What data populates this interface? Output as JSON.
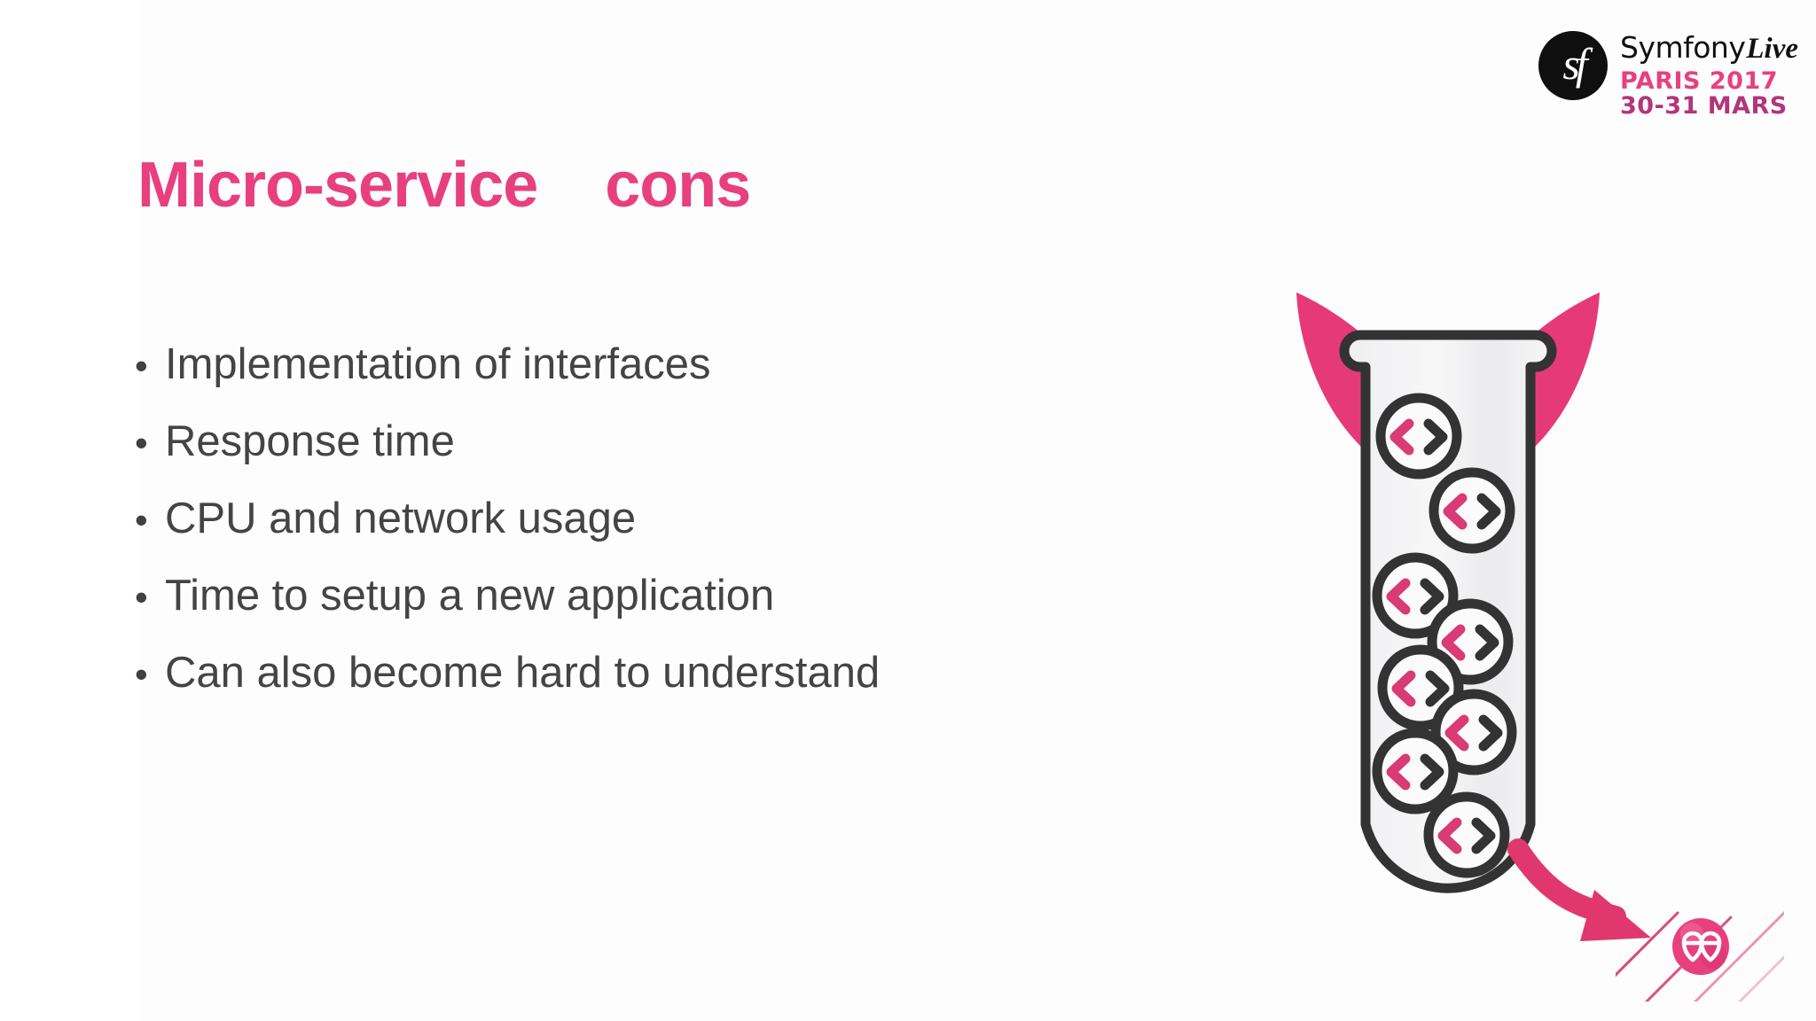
{
  "slide": {
    "title": "Micro-service    cons",
    "title_color": "#e8407f",
    "background_color": "#ffffff",
    "body_text_color": "#444444"
  },
  "header_logo": {
    "mark_glyph": "sf",
    "mark_name": "symfony-logo-icon",
    "brand": "Symfony",
    "brand_suffix": "Live",
    "city_year": "PARIS 2017",
    "dates": "30-31 MARS",
    "brand_color": "#111111",
    "city_color": "#e8407f",
    "date_color": "#b2357a"
  },
  "bullets": [
    {
      "marker": "•",
      "text": "Implementation of interfaces"
    },
    {
      "marker": "•",
      "text": "Response time"
    },
    {
      "marker": "•",
      "text": "CPU and network usage"
    },
    {
      "marker": "•",
      "text": "Time to setup a new application"
    },
    {
      "marker": "•",
      "text": "Can also become hard to understand"
    }
  ],
  "illustration": {
    "name": "devil-test-tube-with-code-bubbles",
    "horn_color": "#e63a78",
    "tail_color": "#e0376f",
    "tube_outline_color": "#333333",
    "tube_fill_color": "#f4f4f5",
    "bubble_count": 8,
    "bubble_glyph": "<>",
    "bubble_glyph_colors": [
      "#d93b74",
      "#333333"
    ]
  },
  "footer_logo": {
    "name": "meetic-ee-heart-logo",
    "color": "#e8407f",
    "accent_lines_color": "#d6356f",
    "glyph": "ee"
  }
}
